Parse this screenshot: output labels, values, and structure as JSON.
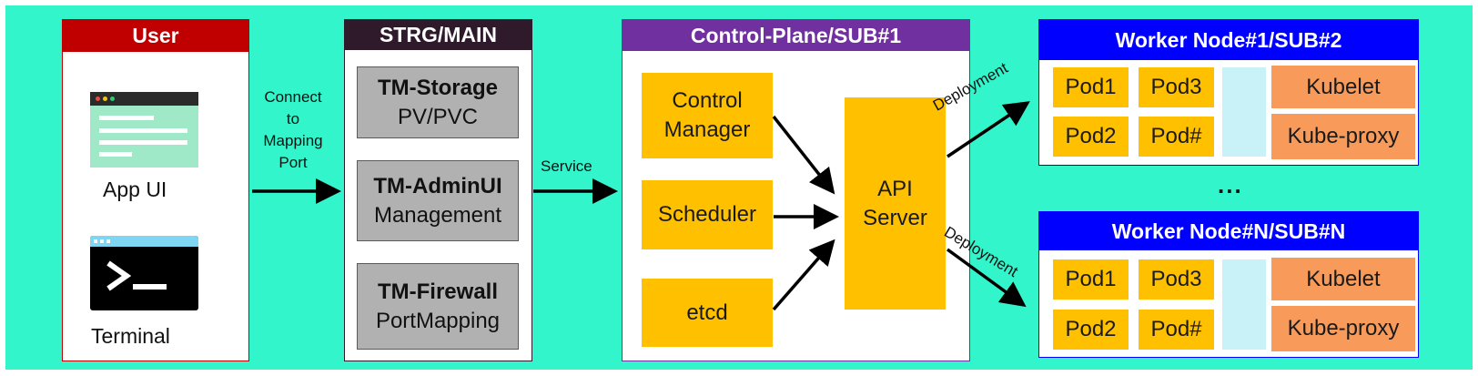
{
  "user": {
    "header": "User",
    "header_color": "#c00000",
    "app_ui_label": "App UI",
    "app_ui_icon": "browser-window-icon",
    "terminal_label": "Terminal",
    "terminal_icon": "terminal-icon"
  },
  "edge_connect": {
    "lines": [
      "Connect",
      "to",
      "Mapping",
      "Port"
    ]
  },
  "strg": {
    "header": "STRG/MAIN",
    "header_color": "#2e1a2a",
    "items": [
      {
        "title": "TM-Storage",
        "subtitle": "PV/PVC"
      },
      {
        "title": "TM-AdminUI",
        "subtitle": "Management"
      },
      {
        "title": "TM-Firewall",
        "subtitle": "PortMapping"
      }
    ]
  },
  "edge_service": {
    "label": "Service"
  },
  "control_plane": {
    "header": "Control-Plane/SUB#1",
    "header_color": "#7030a0",
    "control_manager": [
      "Control",
      "Manager"
    ],
    "scheduler": "Scheduler",
    "etcd": "etcd",
    "api_server": [
      "API",
      "Server"
    ]
  },
  "deployment_label": "Deployment",
  "ellipsis": "...",
  "workers": [
    {
      "header": "Worker Node#1/SUB#2",
      "pods": [
        "Pod1",
        "Pod3",
        "Pod2",
        "Pod#"
      ],
      "kubelet": "Kubelet",
      "kube_proxy": "Kube-proxy"
    },
    {
      "header": "Worker Node#N/SUB#N",
      "pods": [
        "Pod1",
        "Pod3",
        "Pod2",
        "Pod#"
      ],
      "kubelet": "Kubelet",
      "kube_proxy": "Kube-proxy"
    }
  ],
  "colors": {
    "background": "#33f5cc",
    "worker_header": "#0000ff",
    "pod": "#ffc000",
    "kube": "#f79a5a",
    "spacer": "#c8f2f8"
  }
}
